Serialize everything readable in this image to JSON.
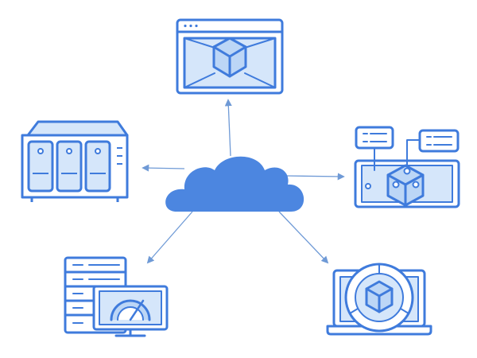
{
  "diagram": {
    "hub": "cloud-icon",
    "nodes": [
      {
        "icon": "browser-window-cube-icon",
        "direction": "up"
      },
      {
        "icon": "nas-storage-icon",
        "direction": "left"
      },
      {
        "icon": "circuit-board-cube-icon",
        "direction": "right"
      },
      {
        "icon": "server-monitor-dashboard-icon",
        "direction": "down-left"
      },
      {
        "icon": "laptop-cube-icon",
        "direction": "down-right"
      }
    ],
    "colors": {
      "outline": "#3f7bdc",
      "fill": "#d5e6fa",
      "light": "#bcd6f6",
      "cloud": "#4c86e0",
      "arrow": "#6f9ad6"
    }
  }
}
